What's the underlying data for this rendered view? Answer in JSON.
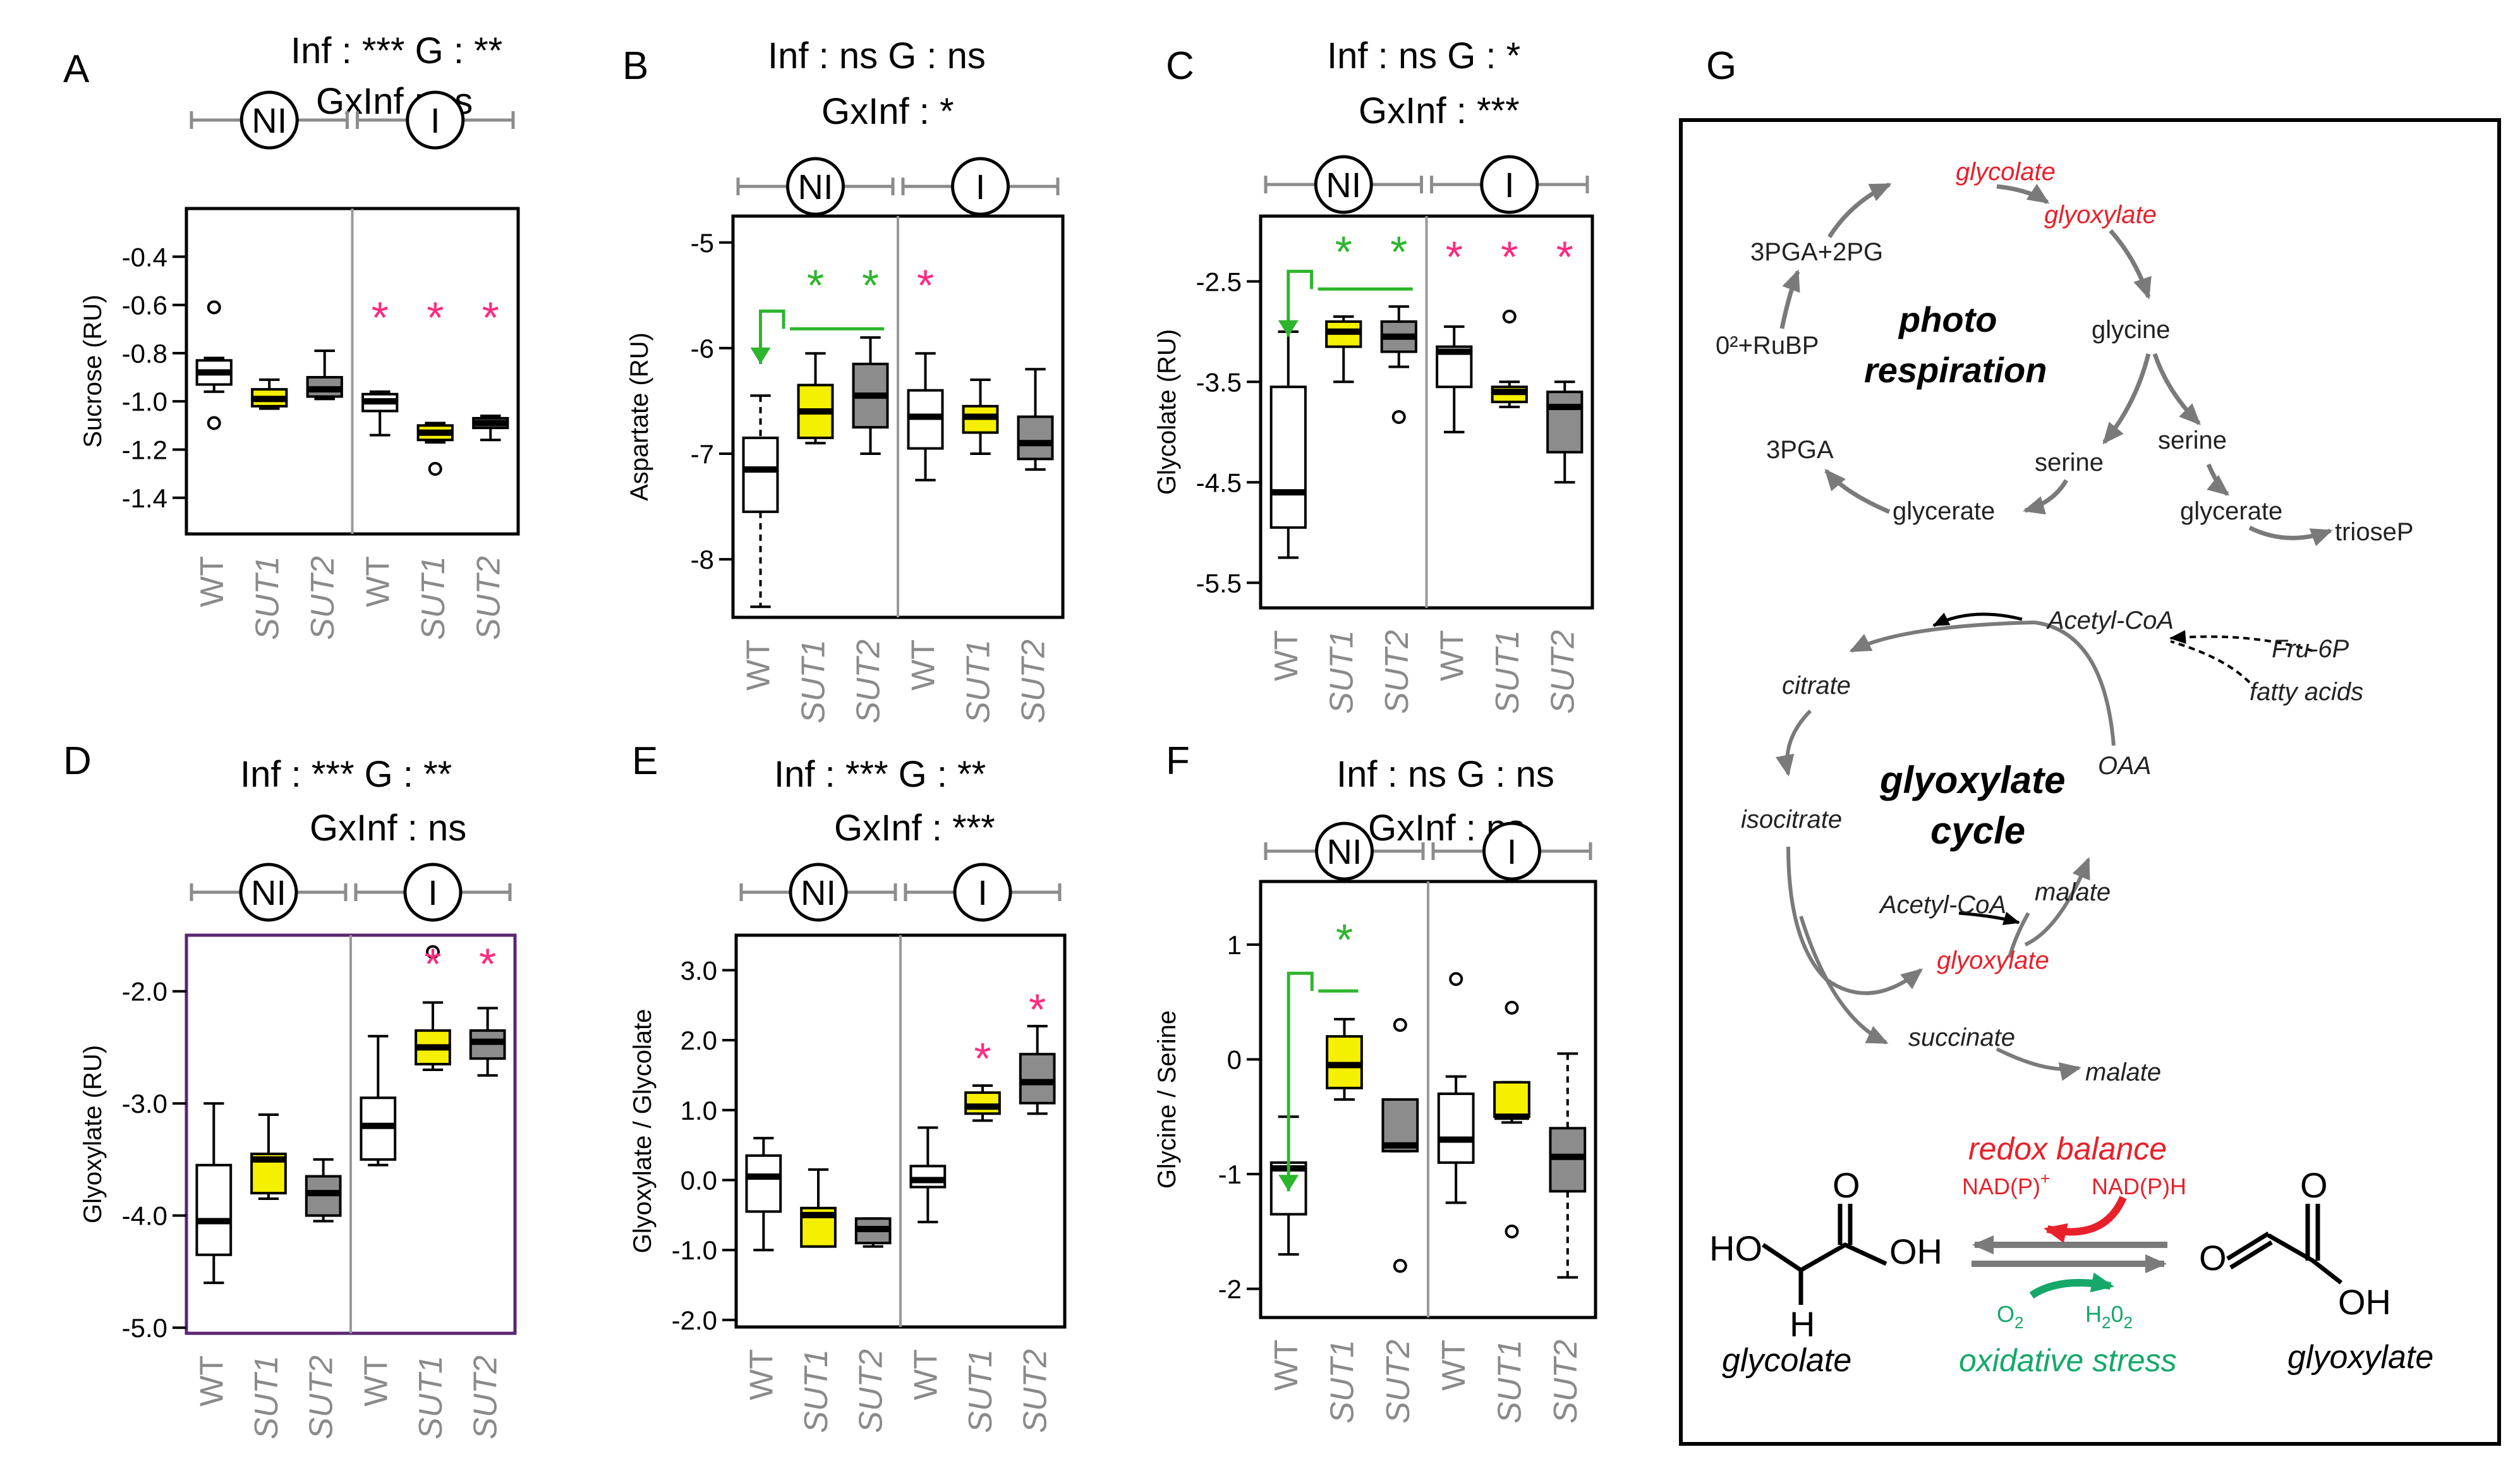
{
  "colors": {
    "axis": "#000000",
    "bracket": "#8c8c8c",
    "divider": "#9a9a9a",
    "green": "#2db52d",
    "pink": "#ff2a7f",
    "red": "#e8202a",
    "arrowGray": "#7a7a7a",
    "panelD": "#5a2770",
    "fills": [
      "#ffffff",
      "#f5f000",
      "#8c8c8c"
    ]
  },
  "panels": [
    {
      "letter": "A",
      "stats": [
        "Inf : ***   G : **",
        "GxInf : ns"
      ],
      "groups": [
        "NI",
        "I"
      ],
      "xlabels": [
        "WT",
        "SUT1",
        "SUT2",
        "WT",
        "SUT1",
        "SUT2"
      ],
      "stars": [
        {
          "box": 3,
          "label": "*",
          "color": "pink",
          "y": -0.65
        },
        {
          "box": 4,
          "label": "*",
          "color": "pink",
          "y": -0.65
        },
        {
          "box": 5,
          "label": "*",
          "color": "pink",
          "y": -0.65
        }
      ],
      "sig": null
    },
    {
      "letter": "B",
      "stats": [
        "Inf : ns   G : ns",
        "GxInf : *"
      ],
      "groups": [
        "NI",
        "I"
      ],
      "xlabels": [
        "WT",
        "SUT1",
        "SUT2",
        "WT",
        "SUT1",
        "SUT2"
      ],
      "stars": [
        {
          "box": 1,
          "label": "*",
          "color": "green",
          "y": -5.4
        },
        {
          "box": 2,
          "label": "*",
          "color": "green",
          "y": -5.4
        },
        {
          "box": 3,
          "label": "*",
          "color": "pink",
          "y": -5.4
        }
      ],
      "sig": {
        "from": 0,
        "to": [
          1,
          2
        ],
        "y": -5.65,
        "arrowTo": -6.15,
        "color": "green"
      }
    },
    {
      "letter": "C",
      "stats": [
        "Inf : ns   G : *",
        "GxInf : ***"
      ],
      "groups": [
        "NI",
        "I"
      ],
      "xlabels": [
        "WT",
        "SUT1",
        "SUT2",
        "WT",
        "SUT1",
        "SUT2"
      ],
      "stars": [
        {
          "box": 1,
          "label": "*",
          "color": "green",
          "y": -2.2
        },
        {
          "box": 2,
          "label": "*",
          "color": "green",
          "y": -2.2
        },
        {
          "box": 3,
          "label": "*",
          "color": "pink",
          "y": -2.25
        },
        {
          "box": 4,
          "label": "*",
          "color": "pink",
          "y": -2.25
        },
        {
          "box": 5,
          "label": "*",
          "color": "pink",
          "y": -2.25
        }
      ],
      "sig": {
        "from": 0,
        "to": [
          1,
          2
        ],
        "y": -2.4,
        "arrowTo": -3.05,
        "color": "green"
      }
    },
    {
      "letter": "D",
      "stats": [
        "Inf : ***   G : **",
        "GxInf : ns"
      ],
      "groups": [
        "NI",
        "I"
      ],
      "xlabels": [
        "WT",
        "SUT1",
        "SUT2",
        "WT",
        "SUT1",
        "SUT2"
      ],
      "stars": [
        {
          "box": 4,
          "label": "*",
          "color": "pink",
          "y": -1.75
        },
        {
          "box": 5,
          "label": "*",
          "color": "pink",
          "y": -1.75
        }
      ],
      "sig": null
    },
    {
      "letter": "E",
      "stats": [
        "Inf : ***   G : **",
        "GxInf : ***"
      ],
      "groups": [
        "NI",
        "I"
      ],
      "xlabels": [
        "WT",
        "SUT1",
        "SUT2",
        "WT",
        "SUT1",
        "SUT2"
      ],
      "stars": [
        {
          "box": 4,
          "label": "*",
          "color": "pink",
          "y": 1.75
        },
        {
          "box": 5,
          "label": "*",
          "color": "pink",
          "y": 2.45
        }
      ],
      "sig": null
    },
    {
      "letter": "F",
      "stats": [
        "Inf : ns   G : ns",
        "GxInf : ns"
      ],
      "groups": [
        "NI",
        "I"
      ],
      "xlabels": [
        "WT",
        "SUT1",
        "SUT2",
        "WT",
        "SUT1",
        "SUT2"
      ],
      "stars": [
        {
          "box": 1,
          "label": "*",
          "color": "green",
          "y": 1.05
        }
      ],
      "sig": {
        "from": 0,
        "to": [
          1
        ],
        "y": 0.75,
        "arrowTo": -1.15,
        "color": "green"
      }
    }
  ],
  "chart_data": [
    {
      "type": "boxplot",
      "ylabel": "Sucrose (RU)",
      "ylim": [
        -1.55,
        -0.2
      ],
      "yticks": [
        "-0.4",
        "-0.6",
        "-0.8",
        "-1.0",
        "-1.2",
        "-1.4"
      ],
      "categories": [
        "WT",
        "SUT1",
        "SUT2",
        "WT",
        "SUT1",
        "SUT2"
      ],
      "boxes": [
        {
          "min": -0.96,
          "q1": -0.93,
          "med": -0.88,
          "q3": -0.83,
          "max": -0.82,
          "outliers": [
            -0.61,
            -1.09
          ]
        },
        {
          "min": -1.03,
          "q1": -1.02,
          "med": -0.99,
          "q3": -0.95,
          "max": -0.91,
          "outliers": []
        },
        {
          "min": -0.99,
          "q1": -0.98,
          "med": -0.95,
          "q3": -0.9,
          "max": -0.79,
          "outliers": []
        },
        {
          "min": -1.14,
          "q1": -1.04,
          "med": -1.0,
          "q3": -0.97,
          "max": -0.96,
          "outliers": []
        },
        {
          "min": -1.17,
          "q1": -1.16,
          "med": -1.13,
          "q3": -1.1,
          "max": -1.09,
          "outliers": [
            -1.28
          ]
        },
        {
          "min": -1.16,
          "q1": -1.11,
          "med": -1.09,
          "q3": -1.07,
          "max": -1.06,
          "outliers": []
        }
      ]
    },
    {
      "type": "boxplot",
      "ylabel": "Aspartate (RU)",
      "ylim": [
        -8.55,
        -4.75
      ],
      "yticks": [
        "-5",
        "-6",
        "-7",
        "-8"
      ],
      "categories": [
        "WT",
        "SUT1",
        "SUT2",
        "WT",
        "SUT1",
        "SUT2"
      ],
      "boxes": [
        {
          "min": -8.45,
          "q1": -7.55,
          "med": -7.15,
          "q3": -6.85,
          "max": -6.45,
          "outliers": []
        },
        {
          "min": -6.9,
          "q1": -6.85,
          "med": -6.6,
          "q3": -6.35,
          "max": -6.05,
          "outliers": []
        },
        {
          "min": -7.0,
          "q1": -6.75,
          "med": -6.45,
          "q3": -6.15,
          "max": -5.9,
          "outliers": []
        },
        {
          "min": -7.25,
          "q1": -6.95,
          "med": -6.65,
          "q3": -6.4,
          "max": -6.05,
          "outliers": []
        },
        {
          "min": -7.0,
          "q1": -6.8,
          "med": -6.65,
          "q3": -6.55,
          "max": -6.3,
          "outliers": []
        },
        {
          "min": -7.15,
          "q1": -7.05,
          "med": -6.9,
          "q3": -6.65,
          "max": -6.2,
          "outliers": []
        }
      ]
    },
    {
      "type": "boxplot",
      "ylabel": "Glycolate (RU)",
      "ylim": [
        -5.75,
        -1.85
      ],
      "yticks": [
        "-2.5",
        "-3.5",
        "-4.5",
        "-5.5"
      ],
      "categories": [
        "WT",
        "SUT1",
        "SUT2",
        "WT",
        "SUT1",
        "SUT2"
      ],
      "boxes": [
        {
          "min": -5.25,
          "q1": -4.95,
          "med": -4.6,
          "q3": -3.55,
          "max": -3.0,
          "outliers": []
        },
        {
          "min": -3.5,
          "q1": -3.15,
          "med": -3.0,
          "q3": -2.9,
          "max": -2.85,
          "outliers": []
        },
        {
          "min": -3.35,
          "q1": -3.2,
          "med": -3.05,
          "q3": -2.9,
          "max": -2.75,
          "outliers": [
            -3.85
          ]
        },
        {
          "min": -4.0,
          "q1": -3.55,
          "med": -3.2,
          "q3": -3.15,
          "max": -2.95,
          "outliers": []
        },
        {
          "min": -3.75,
          "q1": -3.7,
          "med": -3.6,
          "q3": -3.55,
          "max": -3.5,
          "outliers": [
            -2.85
          ]
        },
        {
          "min": -4.5,
          "q1": -4.2,
          "med": -3.75,
          "q3": -3.6,
          "max": -3.5,
          "outliers": []
        }
      ]
    },
    {
      "type": "boxplot",
      "ylabel": "Glyoxylate (RU)",
      "ylim": [
        -5.05,
        -1.5
      ],
      "yticks": [
        "-2.0",
        "-3.0",
        "-4.0",
        "-5.0"
      ],
      "categories": [
        "WT",
        "SUT1",
        "SUT2",
        "WT",
        "SUT1",
        "SUT2"
      ],
      "boxes": [
        {
          "min": -4.6,
          "q1": -4.35,
          "med": -4.05,
          "q3": -3.55,
          "max": -3.0,
          "outliers": []
        },
        {
          "min": -3.85,
          "q1": -3.8,
          "med": -3.5,
          "q3": -3.45,
          "max": -3.1,
          "outliers": []
        },
        {
          "min": -4.05,
          "q1": -4.0,
          "med": -3.8,
          "q3": -3.65,
          "max": -3.5,
          "outliers": []
        },
        {
          "min": -3.55,
          "q1": -3.5,
          "med": -3.2,
          "q3": -2.95,
          "max": -2.4,
          "outliers": []
        },
        {
          "min": -2.7,
          "q1": -2.65,
          "med": -2.5,
          "q3": -2.35,
          "max": -2.1,
          "outliers": [
            -1.65
          ]
        },
        {
          "min": -2.75,
          "q1": -2.6,
          "med": -2.45,
          "q3": -2.35,
          "max": -2.15,
          "outliers": []
        }
      ]
    },
    {
      "type": "boxplot",
      "ylabel": "Glyoxylate / Glycolate",
      "ylim": [
        -2.1,
        3.5
      ],
      "yticks": [
        "3.0",
        "2.0",
        "1.0",
        "0.0",
        "-1.0",
        "-2.0"
      ],
      "categories": [
        "WT",
        "SUT1",
        "SUT2",
        "WT",
        "SUT1",
        "SUT2"
      ],
      "boxes": [
        {
          "min": -1.0,
          "q1": -0.45,
          "med": 0.05,
          "q3": 0.35,
          "max": 0.6,
          "outliers": []
        },
        {
          "min": -0.95,
          "q1": -0.95,
          "med": -0.5,
          "q3": -0.4,
          "max": 0.15,
          "outliers": []
        },
        {
          "min": -0.95,
          "q1": -0.9,
          "med": -0.7,
          "q3": -0.55,
          "max": -0.55,
          "outliers": []
        },
        {
          "min": -0.6,
          "q1": -0.1,
          "med": 0.0,
          "q3": 0.2,
          "max": 0.75,
          "outliers": []
        },
        {
          "min": 0.85,
          "q1": 0.95,
          "med": 1.05,
          "q3": 1.25,
          "max": 1.35,
          "outliers": []
        },
        {
          "min": 0.95,
          "q1": 1.1,
          "med": 1.4,
          "q3": 1.8,
          "max": 2.2,
          "outliers": []
        }
      ]
    },
    {
      "type": "boxplot",
      "ylabel": "Glycine / Serine",
      "ylim": [
        -2.25,
        1.55
      ],
      "yticks": [
        "1",
        "0",
        "-1",
        "-2"
      ],
      "categories": [
        "WT",
        "SUT1",
        "SUT2",
        "WT",
        "SUT1",
        "SUT2"
      ],
      "boxes": [
        {
          "min": -1.7,
          "q1": -1.35,
          "med": -0.95,
          "q3": -0.9,
          "max": -0.5,
          "outliers": []
        },
        {
          "min": -0.35,
          "q1": -0.25,
          "med": -0.05,
          "q3": 0.2,
          "max": 0.35,
          "outliers": []
        },
        {
          "min": -0.8,
          "q1": -0.8,
          "med": -0.75,
          "q3": -0.35,
          "max": -0.35,
          "outliers": [
            0.3,
            -1.8
          ]
        },
        {
          "min": -1.25,
          "q1": -0.9,
          "med": -0.7,
          "q3": -0.3,
          "max": -0.15,
          "outliers": [
            0.7
          ]
        },
        {
          "min": -0.55,
          "q1": -0.5,
          "med": -0.5,
          "q3": -0.2,
          "max": -0.2,
          "outliers": [
            0.45,
            -1.5
          ]
        },
        {
          "min": -1.9,
          "q1": -1.15,
          "med": -0.85,
          "q3": -0.6,
          "max": 0.05,
          "outliers": []
        }
      ]
    }
  ],
  "diagram": {
    "letter": "G",
    "photo_title": [
      "photo",
      "respiration"
    ],
    "photo": {
      "glycolate": "glycolate",
      "glyoxylate": "glyoxylate",
      "pga2pg": "3PGA+2PG",
      "rubp": "0²+RuBP",
      "glycine": "glycine",
      "serine1": "serine",
      "serine2": "serine",
      "pga": "3PGA",
      "glycerate1": "glycerate",
      "glycerate2": "glycerate",
      "triose": "trioseP"
    },
    "cycle_title": [
      "glyoxylate",
      "cycle"
    ],
    "cycle": {
      "acetyl1": "Acetyl-CoA",
      "fru": "Fru-6P",
      "fatty": "fatty acids",
      "citrate": "citrate",
      "oaa": "OAA",
      "isocitrate": "isocitrate",
      "acetyl2": "Acetyl-CoA",
      "malate1": "malate",
      "glyoxylate": "glyoxylate",
      "succinate": "succinate",
      "malate2": "malate"
    },
    "redox": {
      "title": "redox balance",
      "nadp": "NAD(P)",
      "nadp_sup": "+",
      "nadph": "NAD(P)H",
      "o2": "O",
      "o2_sub": "2",
      "h2o2_h": "H",
      "h2o2_2a": "2",
      "h2o2_o": "0",
      "h2o2_2b": "2",
      "stress": "oxidative  stress",
      "left_label": "glycolate",
      "right_label": "glyoxylate",
      "atom_ho": "HO",
      "atom_o1": "O",
      "atom_oh1": "OH",
      "atom_h": "H",
      "atom_o2": "O",
      "atom_o3": "O",
      "atom_oh2": "OH"
    }
  }
}
